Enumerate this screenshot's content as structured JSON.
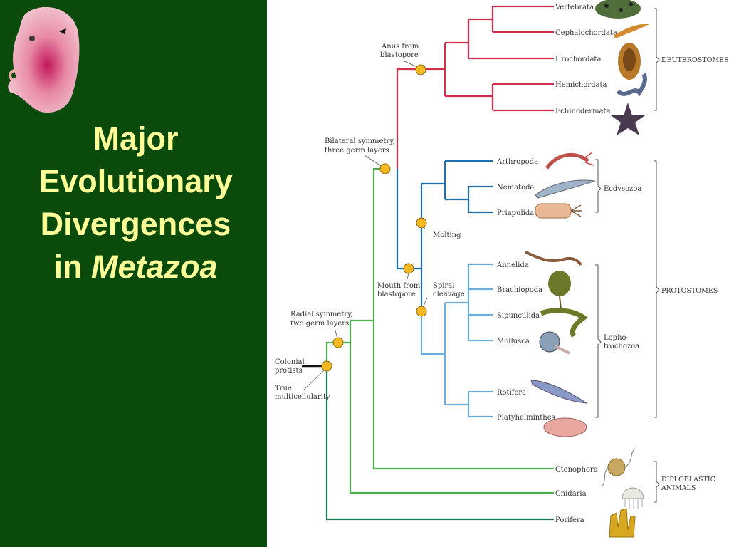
{
  "slide": {
    "title_line1": "Major",
    "title_line2": "Evolutionary",
    "title_line3": "Divergences",
    "title_line4_prefix": "in ",
    "title_line4_italic": "Metazoa"
  },
  "taxa": {
    "vertebrata": "Vertebrata",
    "cephalochordata": "Cephalochordata",
    "urochordata": "Urochordata",
    "hemichordata": "Hemichordata",
    "echinodermata": "Echinodermata",
    "arthropoda": "Arthropoda",
    "nematoda": "Nematoda",
    "priapulida": "Priapulida",
    "annelida": "Annelida",
    "brachiopoda": "Brachiopoda",
    "sipunculida": "Sipunculida",
    "mollusca": "Mollusca",
    "rotifera": "Rotifera",
    "platyhelminthes": "Platyhelminthes",
    "ctenophora": "Ctenophora",
    "cnidaria": "Cnidaria",
    "porifera": "Porifera"
  },
  "nodes": {
    "anus_line1": "Anus from",
    "anus_line2": "blastopore",
    "bilateral_line1": "Bilateral symmetry,",
    "bilateral_line2": "three germ layers",
    "molting": "Molting",
    "mouth_line1": "Mouth from",
    "mouth_line2": "blastopore",
    "spiral_line1": "Spiral",
    "spiral_line2": "cleavage",
    "radial_line1": "Radial symmetry,",
    "radial_line2": "two germ layers",
    "colonial_line1": "Colonial",
    "colonial_line2": "protists",
    "true_line1": "True",
    "true_line2": "multicellularity"
  },
  "groups": {
    "deuterostomes": "DEUTEROSTOMES",
    "ecdysozoa": "Ecdysozoa",
    "protostomes": "PROTOSTOMES",
    "lopho_line1": "Lopho-",
    "lopho_line2": "trochozoa",
    "diplo_line1": "DIPLOBLASTIC",
    "diplo_line2": "ANIMALS"
  },
  "colors": {
    "background_left": "#0a4a0a",
    "title": "#ffff99",
    "deuterostome_branch": "#d0304a",
    "ecdysozoa_branch": "#1e6fb0",
    "lophotrochozoa_branch": "#6aaee0",
    "basal_branch": "#4caf50",
    "porifera_branch": "#1a7a4a",
    "node_marker": "#f5b820"
  }
}
